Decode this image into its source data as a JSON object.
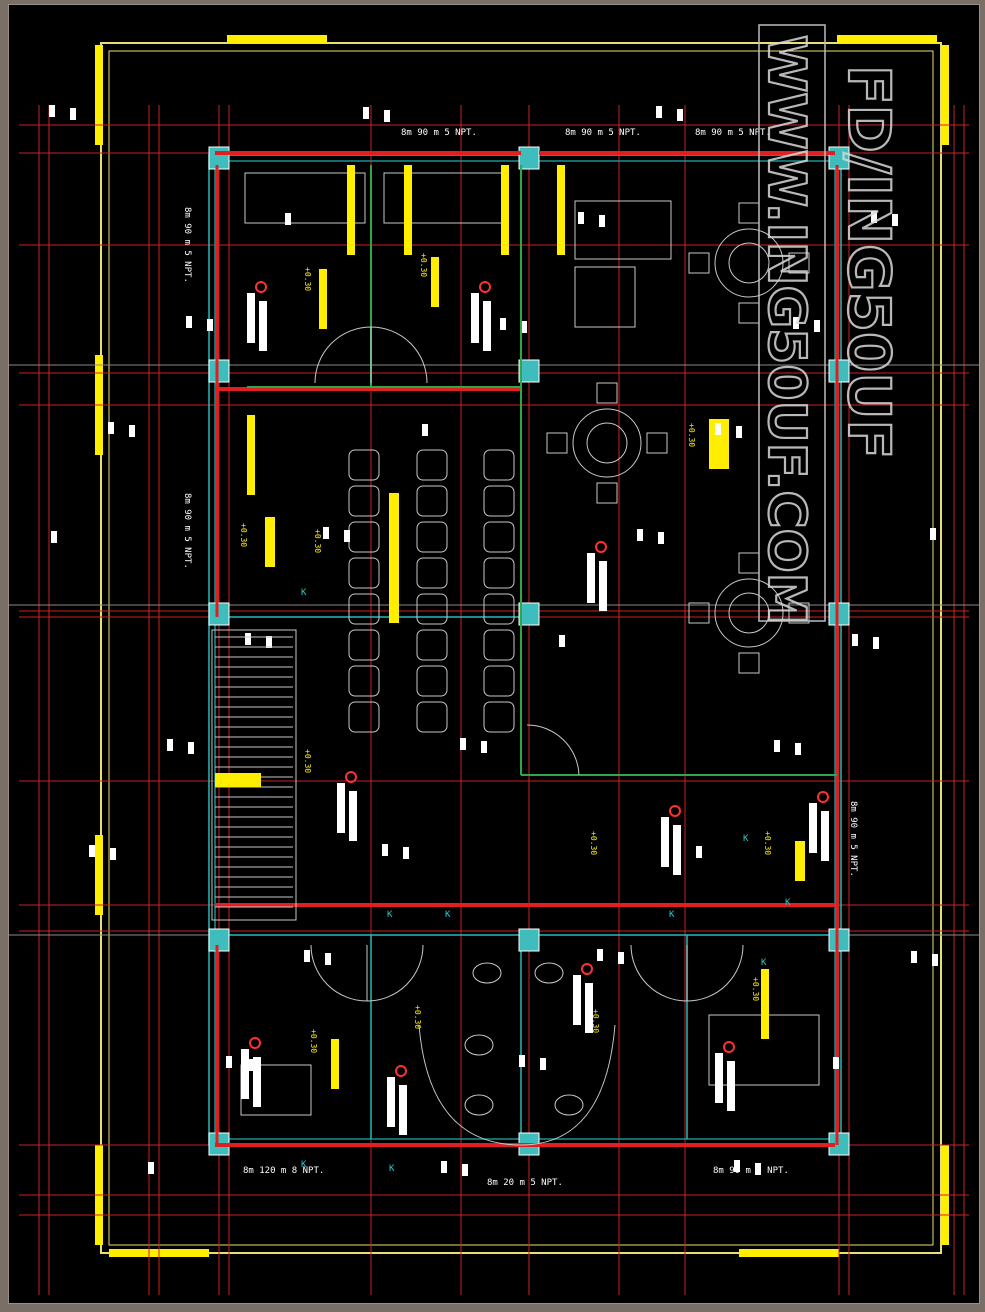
{
  "watermark": {
    "line1": "FD/ING50UF",
    "line2": "WWW.ING50UF.COM"
  },
  "annotations": {
    "top_left": "8m 90 m 5 NPT.",
    "top_mid": "8m 90 m 5 NPT.",
    "top_right": "8m 90 m 5 NPT.",
    "left_upper": "8m 90 m 5 NPT.",
    "left_lower": "8m 90 m 5 NPT.",
    "right_mid": "8m 90 m 5 NPT.",
    "bottom_left": "8m 120 m 8 NPT.",
    "bottom_mid": "8m 20 m 5 NPT.",
    "bottom_right": "8m 90 m 5 NPT."
  },
  "level_labels": [
    "+0.30",
    "+0.30",
    "+0.30",
    "+0.30",
    "+0.30",
    "+0.30",
    "+0.30",
    "+0.30",
    "+0.30",
    "+0.30",
    "+0.30",
    "+0.30"
  ],
  "section_marks": [
    "K",
    "K",
    "K",
    "K",
    "K",
    "K",
    "K",
    "K",
    "K"
  ]
}
